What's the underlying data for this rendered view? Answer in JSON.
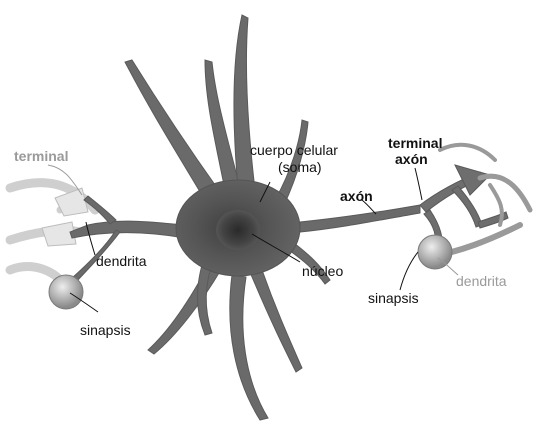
{
  "labels": {
    "terminal_left": "terminal",
    "dendrita_left": "dendrita",
    "sinapsis_left": "sinapsis",
    "cuerpo_celular": "cuerpo celular",
    "soma": "(soma)",
    "nucleo": "núcleo",
    "axon": "axón",
    "terminal_axon_1": "terminal",
    "terminal_axon_2": "axón",
    "sinapsis_right": "sinapsis",
    "dendrita_right": "dendrita"
  },
  "colors": {
    "neuron_dark": "#5a5a5a",
    "neuron_mid": "#7a7a7a",
    "neuron_light": "#c8c8c8",
    "label_grey": "#9a9a9a"
  }
}
